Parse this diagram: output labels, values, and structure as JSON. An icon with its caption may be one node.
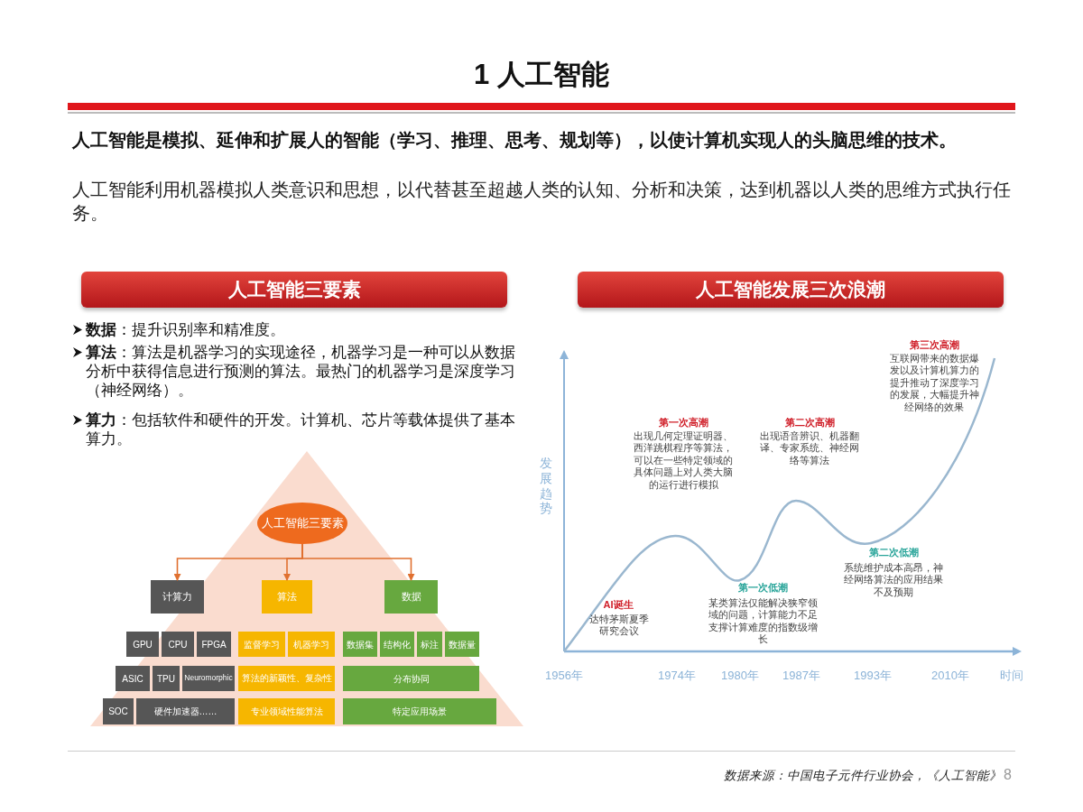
{
  "diagram": {
    "title": "1 人工智能",
    "nodes": [
      {
        "text": [
          "人工智能三要素"
        ]
      },
      {
        "text": [
          "人工智能发展三次浪潮"
        ]
      },
      {
        "text": [],
        "shape": "triangle"
      },
      {
        "text": [
          "人工智能三要素"
        ],
        "in": 2
      },
      {
        "text": [
          "计算力"
        ],
        "in": 2
      },
      {
        "text": [
          "算法"
        ],
        "in": 2
      },
      {
        "text": [
          "数据"
        ],
        "in": 2
      },
      {
        "text": [
          "GPU"
        ],
        "in": 2
      },
      {
        "text": [
          "CPU"
        ],
        "in": 2
      },
      {
        "text": [
          "FPGA"
        ],
        "in": 2
      },
      {
        "text": [
          "监督学习"
        ],
        "in": 2
      },
      {
        "text": [
          "机器学习"
        ],
        "in": 2
      },
      {
        "text": [
          "数据集"
        ],
        "in": 2
      },
      {
        "text": [
          "结构化"
        ],
        "in": 2
      },
      {
        "text": [
          "标注"
        ],
        "in": 2
      },
      {
        "text": [
          "数据量"
        ],
        "in": 2
      },
      {
        "text": [
          "ASIC"
        ],
        "in": 2
      },
      {
        "text": [
          "TPU"
        ],
        "in": 2
      },
      {
        "text": [
          "Neuromorphic"
        ],
        "in": 2
      },
      {
        "text": [
          "算法的新颖性、复杂性"
        ],
        "in": 2
      },
      {
        "text": [
          "分布协同"
        ],
        "in": 2
      },
      {
        "text": [
          "SOC"
        ],
        "in": 2
      },
      {
        "text": [
          "硬件加速器……"
        ],
        "in": 2
      },
      {
        "text": [
          "专业领域性能算法"
        ],
        "in": 2
      },
      {
        "text": [
          "特定应用场景"
        ],
        "in": 2
      }
    ],
    "edges": [
      {
        "from": 3,
        "to": 4,
        "arrow": "to"
      },
      {
        "from": 3,
        "to": 5,
        "arrow": "to"
      },
      {
        "from": 3,
        "to": 6,
        "arrow": "to"
      }
    ],
    "labels": [
      "人工智能是模拟、延伸和扩展人的智能（学习、推理、思考、规划等），以使计算机实现人的头脑思维的技术。",
      "人工智能利用机器模拟人类意识和思想，以代替甚至超越人类的认知、分析和决策，达到机器以人类的思维方式执行任务。",
      "**数据**：提升识别率和精准度。",
      "**算法**：算法是机器学习的实现途径，机器学习是一种可以从数据分析中获得信息进行预测的算法。最热门的机器学习是深度学习（神经网络）。",
      "**算力**：包括软件和硬件的开发。计算机、芯片等载体提供了基本算力。",
      "第三次高潮",
      "互联网带来的数据爆发以及计算机算力的提升推动了深度学习的发展，大幅提升神经网络的效果",
      "第一次高潮",
      "出现几何定理证明器、西洋跳棋程序等算法，可以在一些特定领域的具体问题上对人类大脑的运行进行模拟",
      "第二次高潮",
      "出现语音辨识、机器翻译、专家系统、神经网络等算法",
      "发展趋势",
      "第二次低潮",
      "系统维护成本高昂，神经网络算法的应用结果不及预期",
      "AI诞生",
      "达特茅斯夏季研究会议",
      "第一次低潮",
      "某类算法仅能解决狭窄领域的问题，计算能力不足支撑计算难度的指数级增长",
      "1956年",
      "1974年",
      "1980年",
      "1987年",
      "1993年",
      "2010年",
      "时间",
      "数据来源：中国电子元件行业协会，《人工智能》",
      "8"
    ]
  }
}
